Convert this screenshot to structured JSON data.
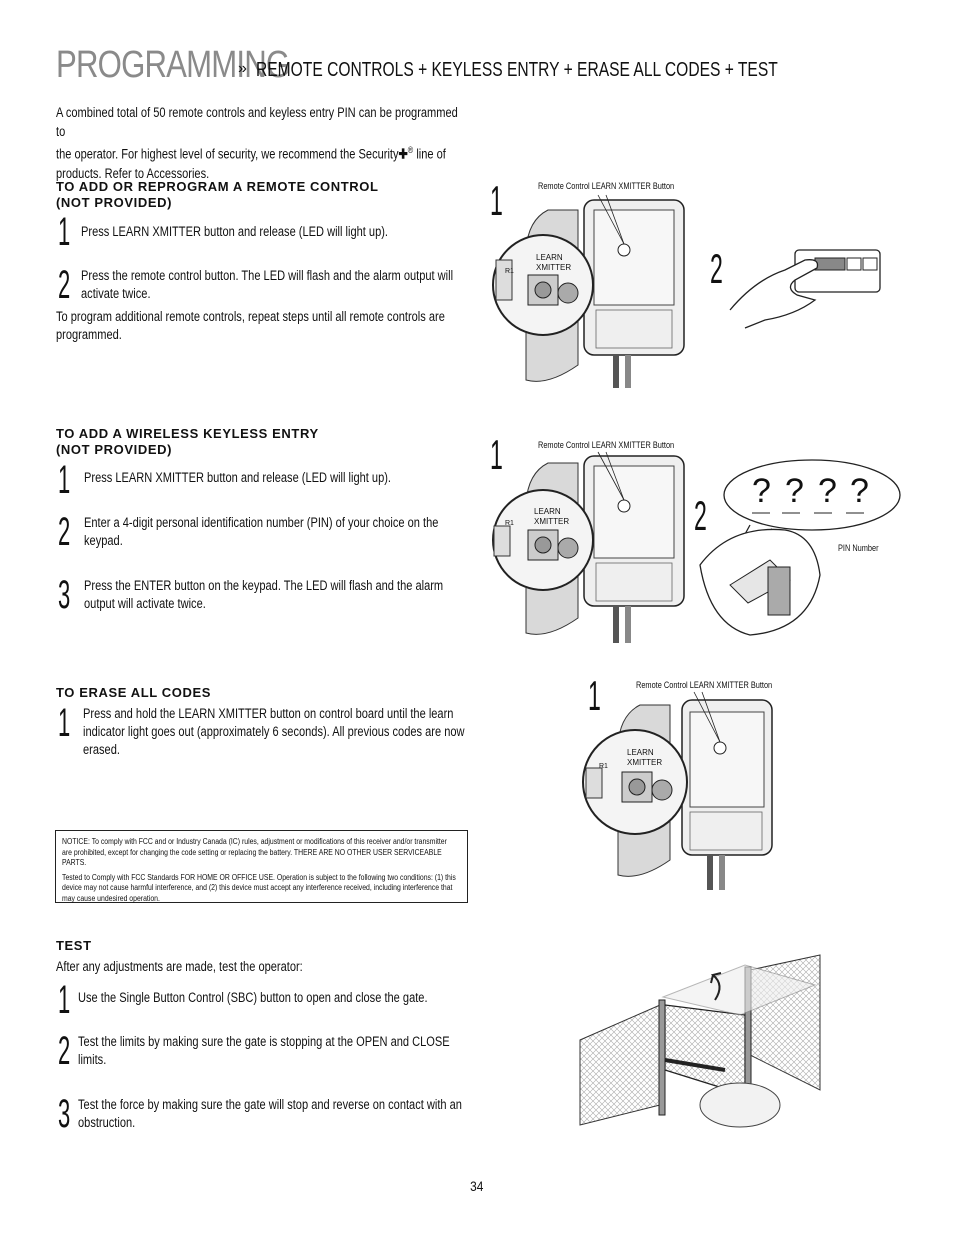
{
  "header": {
    "title_main": "PROGRAMMING",
    "title_sep": "»",
    "title_sub": "REMOTE CONTROLS + KEYLESS ENTRY + ERASE ALL CODES + TEST"
  },
  "intro": {
    "line1": "A combined total of 50 remote controls and keyless entry PIN can be programmed to",
    "line2_a": "the operator. For highest level of security, we recommend the Security",
    "line2_b": "line of",
    "line3": "products. Refer to Accessories.",
    "plus_symbol": "✚",
    "reg_symbol": "®"
  },
  "remote": {
    "heading1": "TO ADD OR REPROGRAM A REMOTE CONTROL",
    "heading2": "(NOT PROVIDED)",
    "steps": [
      {
        "num": "1",
        "text": "Press LEARN XMITTER button and release (LED will light up)."
      },
      {
        "num": "2",
        "text": "Press the remote control button. The LED will flash and the alarm output will activate twice."
      }
    ],
    "note": "To program additional remote controls, repeat steps until all remote controls are programmed."
  },
  "keyless": {
    "heading1": "TO ADD A WIRELESS KEYLESS ENTRY",
    "heading2": "(NOT PROVIDED)",
    "steps": [
      {
        "num": "1",
        "text": "Press LEARN XMITTER button and release (LED will light up)."
      },
      {
        "num": "2",
        "text": "Enter a 4-digit personal identification number (PIN) of your choice on the keypad."
      },
      {
        "num": "3",
        "text": "Press the ENTER button on the keypad. The LED will flash and the alarm output will activate twice."
      }
    ]
  },
  "erase": {
    "heading": "TO ERASE ALL CODES",
    "steps": [
      {
        "num": "1",
        "text": "Press and hold the LEARN XMITTER button on control board until the learn indicator light goes out (approximately 6 seconds). All previous codes are now erased."
      }
    ]
  },
  "notice": {
    "p1": "NOTICE: To comply with FCC and or Industry Canada (IC) rules, adjustment or modifications of this receiver and/or transmitter are prohibited, except for changing the code setting or replacing the battery. THERE ARE NO OTHER USER SERVICEABLE PARTS.",
    "p2": "Tested to Comply with FCC Standards FOR HOME OR OFFICE USE. Operation is subject to the following two conditions: (1) this device may not cause harmful interference, and (2) this device must accept any interference received, including interference that may cause undesired operation."
  },
  "test": {
    "heading": "TEST",
    "intro": "After any adjustments are made, test the operator:",
    "steps": [
      {
        "num": "1",
        "text": "Use the Single Button Control (SBC) button to open and close the gate."
      },
      {
        "num": "2",
        "text": "Test the limits by making sure the gate is stopping at the OPEN and CLOSE limits."
      },
      {
        "num": "3",
        "text": "Test the force by making sure the gate will stop and reverse on contact with an obstruction."
      }
    ]
  },
  "figures": {
    "caption": "Remote Control LEARN XMITTER Button",
    "learn": "LEARN",
    "xmitter": "XMITTER",
    "r1": "R1",
    "pin_label": "PIN Number",
    "pin_glyph": "?",
    "num1": "1",
    "num2": "2"
  },
  "page_number": "34"
}
